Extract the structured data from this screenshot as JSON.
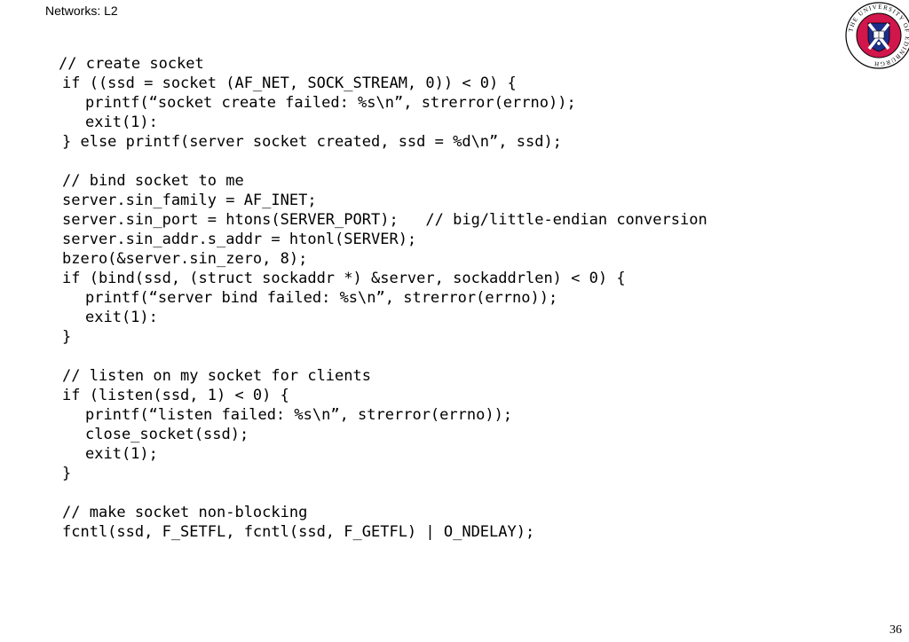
{
  "header": {
    "title": "Networks: L2"
  },
  "footer": {
    "page_number": "36"
  },
  "logo": {
    "name": "university-of-edinburgh-seal",
    "ring_text": "THE UNIVERSITY OF EDINBURGH",
    "ring_color": "#d1164b",
    "shield_color": "#1b2f8a"
  },
  "code": {
    "lines": [
      "// create socket",
      "if ((ssd = socket (AF_NET, SOCK_STREAM, 0)) < 0) {",
      "printf(“socket create failed: %s\\n”, strerror(errno));",
      "exit(1):",
      "} else printf(server socket created, ssd = %d\\n”, ssd);",
      "",
      "// bind socket to me",
      "server.sin_family = AF_INET;",
      "server.sin_port = htons(SERVER_PORT);   // big/little-endian conversion",
      "server.sin_addr.s_addr = htonl(SERVER);",
      "bzero(&server.sin_zero, 8);",
      "if (bind(ssd, (struct sockaddr *) &server, sockaddrlen) < 0) {",
      "printf(“server bind failed: %s\\n”, strerror(errno));",
      "exit(1):",
      "}",
      "",
      "// listen on my socket for clients",
      "if (listen(ssd, 1) < 0) {",
      "printf(“listen failed: %s\\n”, strerror(errno));",
      "close_socket(ssd);",
      "exit(1);",
      "}",
      "",
      "// make socket non-blocking",
      "fcntl(ssd, F_SETFL, fcntl(ssd, F_GETFL) | O_NDELAY);"
    ]
  }
}
